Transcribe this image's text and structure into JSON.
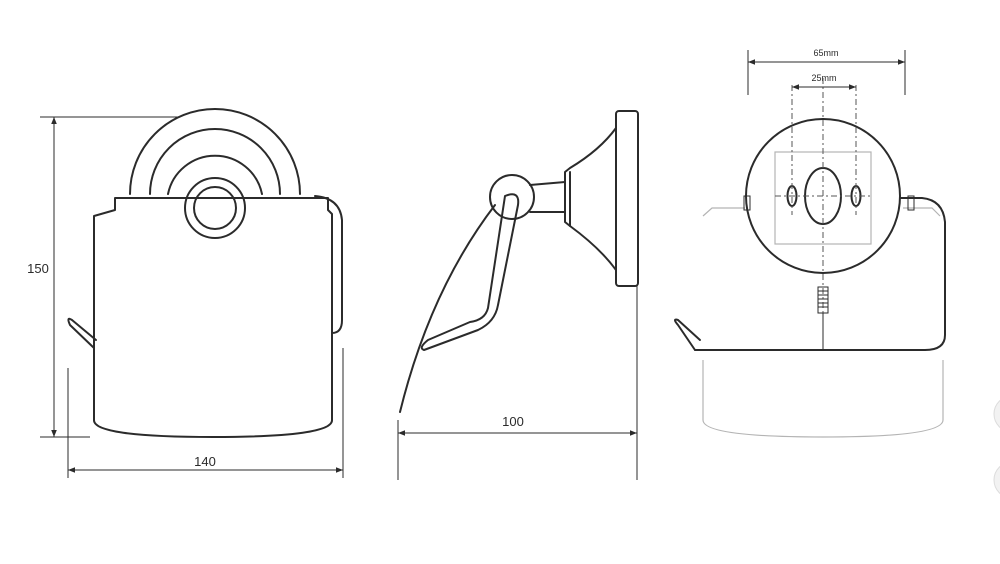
{
  "dimensions": {
    "height": "150",
    "width": "140",
    "depth": "100",
    "hole_spacing_outer": "65mm",
    "hole_spacing_inner": "25mm"
  },
  "colors": {
    "line": "#2b2b2b",
    "grid": "#b4b4b4",
    "background": "#ffffff"
  }
}
